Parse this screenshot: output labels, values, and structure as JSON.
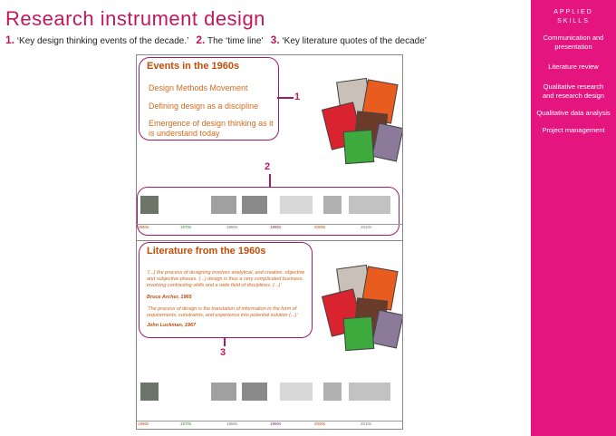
{
  "page": {
    "title": "Research instrument design",
    "subtitle_parts": [
      {
        "num": "1.",
        "text": "‘Key design thinking events of the decade.’"
      },
      {
        "num": "2.",
        "text": "The ‘time line’"
      },
      {
        "num": "3.",
        "text": "‘Key literature quotes of the decade’"
      }
    ]
  },
  "sidebar": {
    "heading_line1": "APPLIED",
    "heading_line2": "SKILLS",
    "items": [
      {
        "label_line1": "Communication and",
        "label_line2": "presentation"
      },
      {
        "label_line1": "Literature review",
        "label_line2": ""
      },
      {
        "label_line1": "Qualitative research",
        "label_line2": "and research design"
      },
      {
        "label_line1": "Qualitative data analysis",
        "label_line2": ""
      },
      {
        "label_line1": "Project management",
        "label_line2": ""
      }
    ]
  },
  "slide1": {
    "heading": "Events in the 1960s",
    "lines": [
      "Design Methods Movement",
      "Defining design as a discipline",
      "Emergence of design thinking as it is understand today"
    ],
    "pointer1": "1",
    "pointer2": "2"
  },
  "slide2": {
    "heading": "Literature from the 1960s",
    "quote1": "‘(...) the process of designing involves analytical, and creative, objective and subjective phases. (...) design is thus a very complicated business, involving contrasting skills and a wide field of disciplines. (...)’",
    "author1": "Bruce Archer, 1965",
    "quote2": "‘The process of design is the translation of information in the form of requirements, constraints, and experience into potential solution (...)’",
    "author2": "John Luckman, 1967",
    "pointer3": "3"
  },
  "timeline": {
    "labels": [
      "1960s",
      "1970s",
      "1980s",
      "1990s",
      "2000s",
      "2010s"
    ],
    "label_colors": [
      "#c24d0a",
      "#2e8b3a",
      "#777777",
      "#7a1f6a",
      "#c24d0a",
      "#777777"
    ]
  },
  "colors": {
    "accent": "#e5157f",
    "callout_border": "#a31a67",
    "slide_text": "#d46a1e"
  }
}
